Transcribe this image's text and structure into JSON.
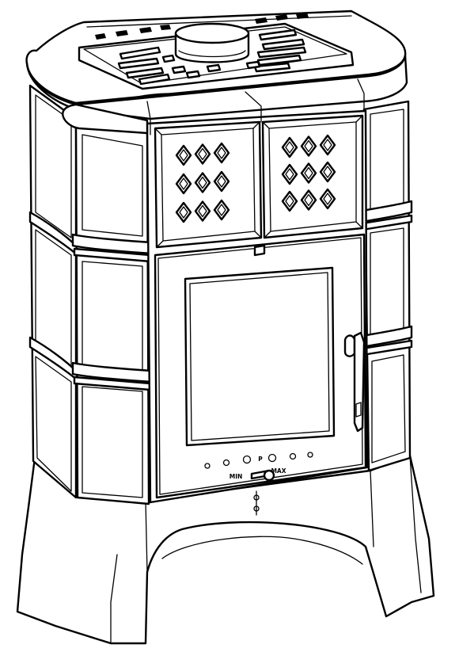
{
  "drawing": {
    "line_color": "#000000",
    "background": "#ffffff",
    "control_labels": {
      "min": "MIN",
      "max": "MAX",
      "center": "P"
    }
  }
}
